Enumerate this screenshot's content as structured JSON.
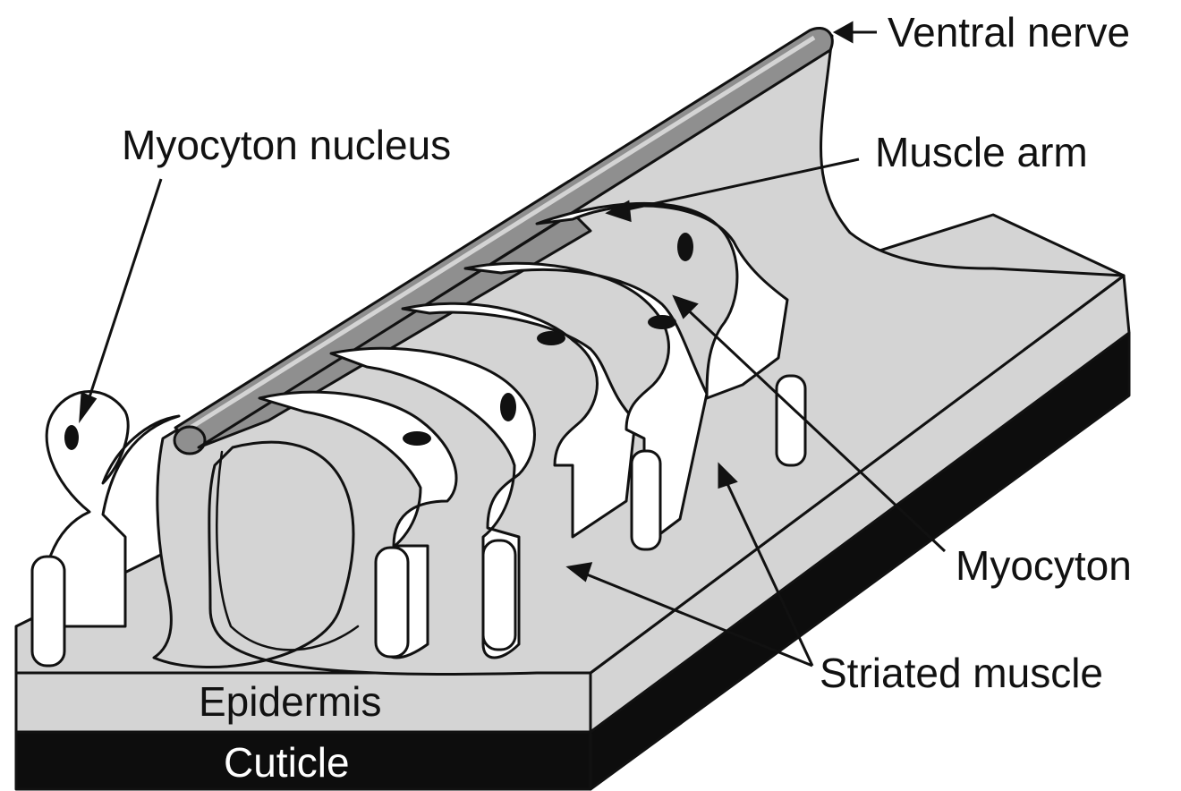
{
  "diagram": {
    "labels": {
      "ventral_nerve": "Ventral nerve",
      "myocyton_nucleus": "Myocyton nucleus",
      "muscle_arm": "Muscle arm",
      "myocyton": "Myocyton",
      "striated_muscle": "Striated muscle",
      "epidermis": "Epidermis",
      "cuticle": "Cuticle"
    },
    "colors": {
      "epidermis_fill": "#d4d4d4",
      "muscle_fill": "#ffffff",
      "nerve_fill": "#8f8f8f",
      "cuticle_fill": "#0d0d0d",
      "outline": "#111111"
    }
  }
}
